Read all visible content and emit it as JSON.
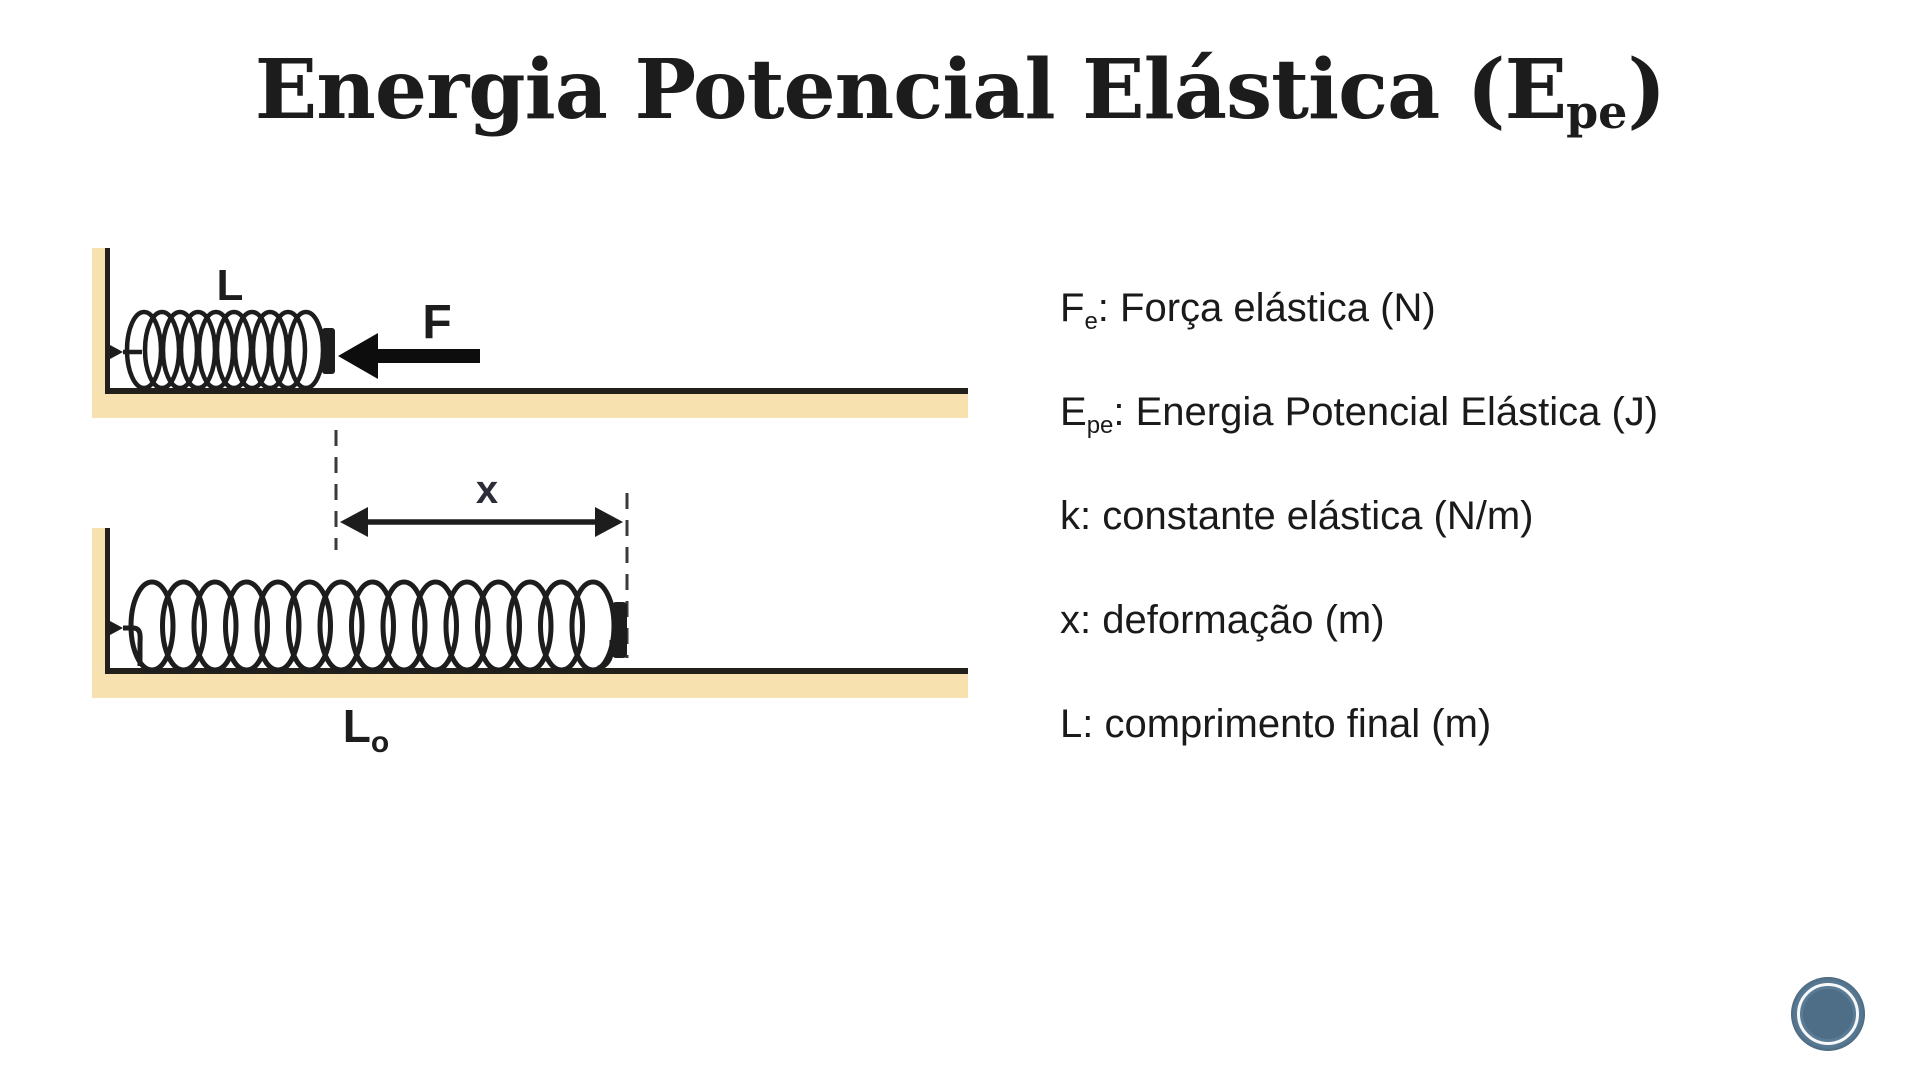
{
  "slide": {
    "title": {
      "text": "Energia Potencial Elástica (E",
      "subscript": "pe",
      "suffix": ")"
    }
  },
  "diagram": {
    "compressed_spring_label": "L",
    "force_label": "F",
    "deformation_label": "x",
    "rest_spring_label": "L",
    "rest_spring_sub": "o"
  },
  "definitions": [
    {
      "symbol": "F",
      "sub": "e",
      "rest": ": Força elástica (N)"
    },
    {
      "symbol": "E",
      "sub": "pe",
      "rest": ": Energia Potencial Elástica (J)"
    },
    {
      "symbol": "k",
      "sub": "",
      "rest": ": constante elástica (N/m)"
    },
    {
      "symbol": "x",
      "sub": "",
      "rest": ": deformação (m)"
    },
    {
      "symbol": "L",
      "sub": "",
      "rest": ": comprimento final (m)"
    }
  ],
  "colors": {
    "wood": "#f7e2af",
    "outline": "#23201b",
    "ink": "#1d1d1d",
    "deformation_label": "#2d2d3a",
    "logo_blue": "#5a7b95",
    "background": "#ffffff"
  }
}
